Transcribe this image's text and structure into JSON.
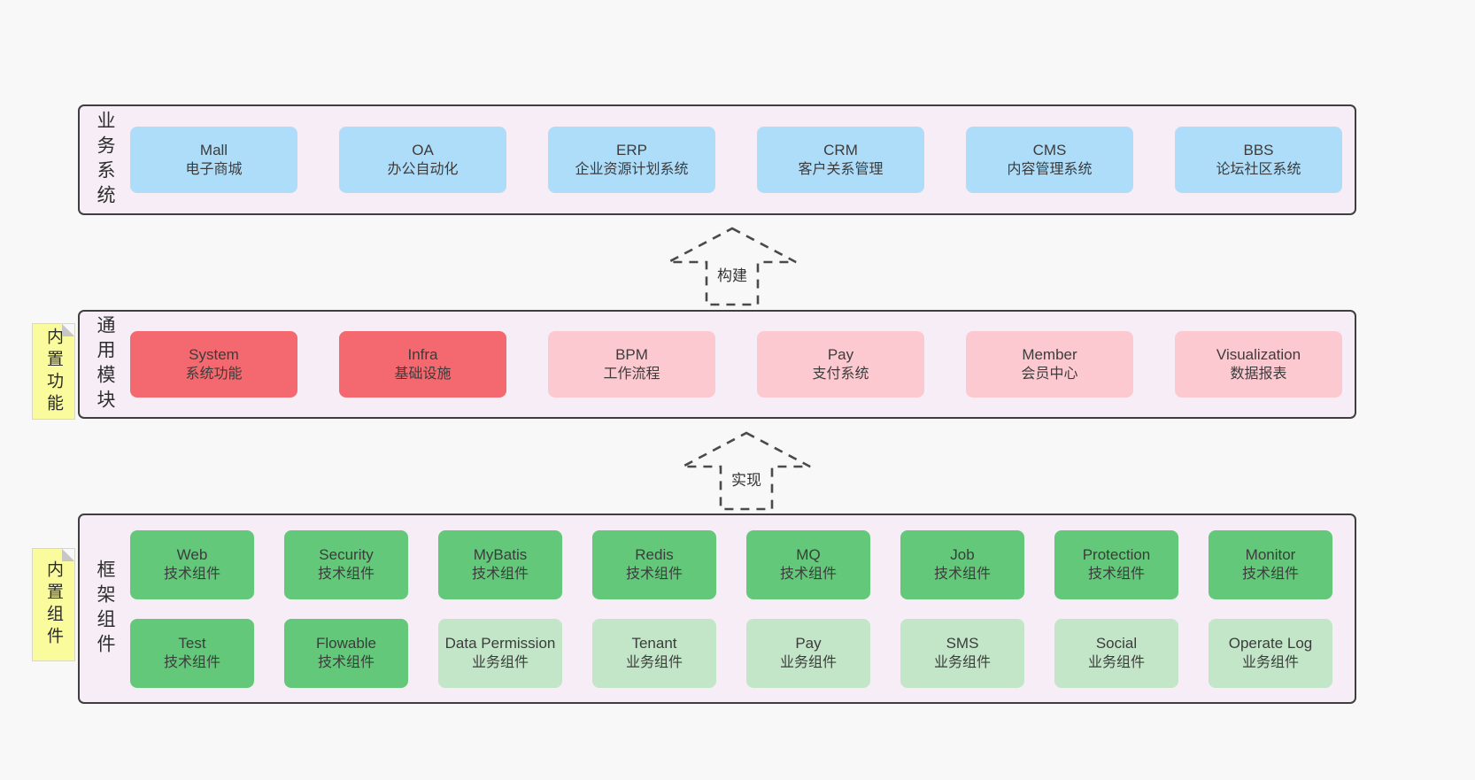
{
  "layers": {
    "business": {
      "label": "业务系统",
      "items": [
        {
          "title": "Mall",
          "subtitle": "电子商城"
        },
        {
          "title": "OA",
          "subtitle": "办公自动化"
        },
        {
          "title": "ERP",
          "subtitle": "企业资源计划系统"
        },
        {
          "title": "CRM",
          "subtitle": "客户关系管理"
        },
        {
          "title": "CMS",
          "subtitle": "内容管理系统"
        },
        {
          "title": "BBS",
          "subtitle": "论坛社区系统"
        }
      ]
    },
    "modules": {
      "label": "通用模块",
      "sticky": "内置功能",
      "items": [
        {
          "title": "System",
          "subtitle": "系统功能"
        },
        {
          "title": "Infra",
          "subtitle": "基础设施"
        },
        {
          "title": "BPM",
          "subtitle": "工作流程"
        },
        {
          "title": "Pay",
          "subtitle": "支付系统"
        },
        {
          "title": "Member",
          "subtitle": "会员中心"
        },
        {
          "title": "Visualization",
          "subtitle": "数据报表"
        }
      ]
    },
    "components": {
      "label": "框架组件",
      "sticky": "内置组件",
      "row1": [
        {
          "title": "Web",
          "subtitle": "技术组件"
        },
        {
          "title": "Security",
          "subtitle": "技术组件"
        },
        {
          "title": "MyBatis",
          "subtitle": "技术组件"
        },
        {
          "title": "Redis",
          "subtitle": "技术组件"
        },
        {
          "title": "MQ",
          "subtitle": "技术组件"
        },
        {
          "title": "Job",
          "subtitle": "技术组件"
        },
        {
          "title": "Protection",
          "subtitle": "技术组件"
        },
        {
          "title": "Monitor",
          "subtitle": "技术组件"
        }
      ],
      "row2": [
        {
          "title": "Test",
          "subtitle": "技术组件"
        },
        {
          "title": "Flowable",
          "subtitle": "技术组件"
        },
        {
          "title": "Data Permission",
          "subtitle": "业务组件"
        },
        {
          "title": "Tenant",
          "subtitle": "业务组件"
        },
        {
          "title": "Pay",
          "subtitle": "业务组件"
        },
        {
          "title": "SMS",
          "subtitle": "业务组件"
        },
        {
          "title": "Social",
          "subtitle": "业务组件"
        },
        {
          "title": "Operate Log",
          "subtitle": "业务组件"
        }
      ]
    }
  },
  "arrows": {
    "build": {
      "label": "构建"
    },
    "implement": {
      "label": "实现"
    }
  },
  "colors": {
    "page_bg": "#f8f8f8",
    "panel_bg": "#f7edf6",
    "panel_border": "#3f3f3f",
    "blue": "#aeddfa",
    "red": "#f3696f",
    "pink": "#fdc9d1",
    "green": "#63c87a",
    "light_green": "#c3e6c9",
    "sticky_yellow": "#fafb9c",
    "text": "#3c3c3c",
    "arrow_stroke": "#4a4a4a"
  }
}
